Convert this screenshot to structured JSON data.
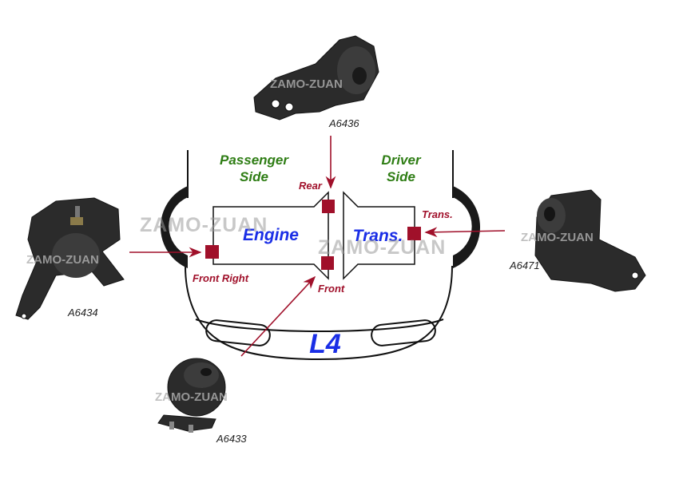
{
  "diagram": {
    "sides": {
      "passenger_line1": "Passenger",
      "passenger_line2": "Side",
      "driver_line1": "Driver",
      "driver_line2": "Side"
    },
    "blocks": {
      "engine": "Engine",
      "transmission": "Trans."
    },
    "engine_type": "L4",
    "mount_labels": {
      "rear": "Rear",
      "front": "Front",
      "front_right": "Front Right",
      "trans": "Trans."
    },
    "parts": [
      {
        "id": "A6436",
        "position": "Rear"
      },
      {
        "id": "A6434",
        "position": "Front Right"
      },
      {
        "id": "A6471",
        "position": "Trans."
      },
      {
        "id": "A6433",
        "position": "Front"
      }
    ],
    "watermark": "ZAMO-ZUAN",
    "colors": {
      "mount": "#a0102a",
      "arrow": "#a0102a",
      "side_text": "#2e7d14",
      "block_text": "#1a2ee6"
    }
  }
}
